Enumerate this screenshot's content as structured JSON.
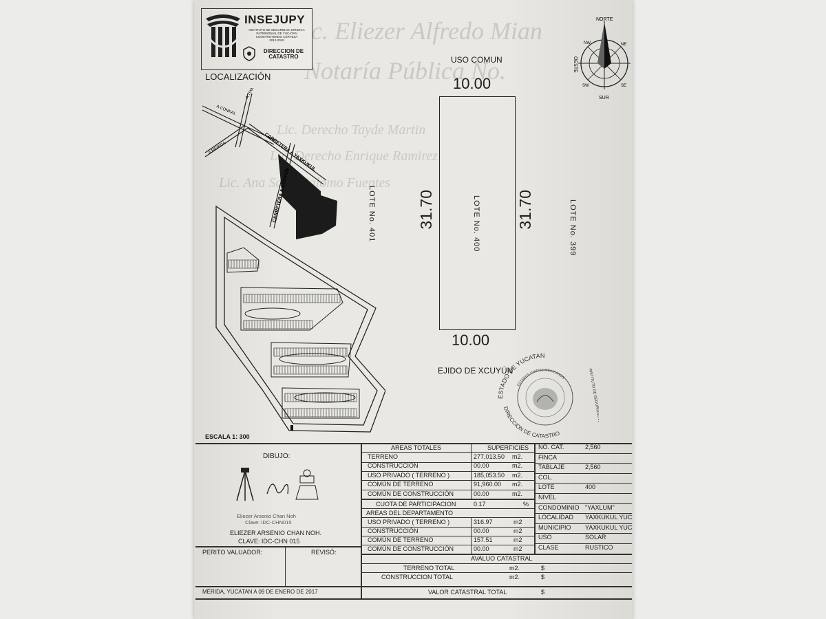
{
  "logo": {
    "title": "INSEJUPY",
    "subtitle_lines": [
      "INSTITUTO DE SEGURIDAD JURIDICA",
      "PATRIMONIAL DE YUCATAN",
      "CONSTRUYENDO CERTEZA",
      "2012-2018"
    ],
    "dept": "DIRECCION DE CATASTRO"
  },
  "watermark_lines": [
    "Lic. Eliezer Alfredo Mian",
    "Notaría Pública No.",
    "Lic. Derecho Tayde Martin",
    "Lic. Derecho Enrique Ramirez",
    "Lic. Ana Sofía Palomo Fuentes"
  ],
  "location": {
    "title": "LOCALIZACIÓN",
    "roads": [
      "A CONKAL",
      "A MERIDA",
      "A TIXKOKOB",
      "CARRETERA A YAXKUKUL",
      "CARRETERA A XCUYUN"
    ]
  },
  "compass": {
    "north": "NORTE",
    "south": "SUR",
    "ne": "NE",
    "nw": "NW",
    "se": "SE",
    "sw": "SW",
    "oeste": "OESTE"
  },
  "plot": {
    "top_label": "USO COMUN",
    "top_dim": "10.00",
    "bottom_dim": "10.00",
    "left_dim": "31.70",
    "right_dim": "31.70",
    "center_label": "LOTE No. 400",
    "left_label": "LOTE No. 401",
    "right_label": "LOTE No. 399",
    "bottom_label": "EJIDO DE XCUYÚN"
  },
  "seal": {
    "outer_top": "ESTADO DE YUCATAN",
    "outer_right": "INSTITUTO DE SEGURIDAD JURIDICA PATRIMONIAL DE YUCATAN",
    "inner": "ESTADOS UNIDOS MEXICANOS",
    "bottom": "DIRECCION DE CATASTRO"
  },
  "scale": "ESCALA   1: 300",
  "dibujo": {
    "title": "DIBUJO:",
    "small_name": "Eliezer Arsenio Chan Noh",
    "small_clave": "Clave: IDC-CHN015",
    "name": "ELIEZER ARSENIO CHAN NOH.",
    "clave": "CLAVE: IDC-CHN 015"
  },
  "perito": "PERITO VALUADOR:",
  "reviso": "REVISÓ:",
  "footer_date": "MÉRIDA, YUCATAN   A   09  DE  ENERO  DE  2017",
  "areas": {
    "header_left": "AREAS TOTALES",
    "header_right": "SUPERFICIES",
    "rows": [
      {
        "label": "TERRENO",
        "value": "277,013.50",
        "unit": "m2."
      },
      {
        "label": "CONSTRUCCIÓN",
        "value": "00.00",
        "unit": "m2."
      },
      {
        "label": "USO PRIVADO  ( TERRENO )",
        "value": "185,053.50",
        "unit": "m2."
      },
      {
        "label": "COMÚN DE TERRENO",
        "value": "91,960.00",
        "unit": "m2."
      },
      {
        "label": "COMÚN DE CONSTRUCCIÓN",
        "value": "00.00",
        "unit": "m2."
      }
    ],
    "cuota_label": "CUOTA DE PARTICIPACION",
    "cuota_value": "0.17",
    "cuota_unit": "%",
    "depto_header": "AREAS DEL DEPARTAMENTO",
    "depto_rows": [
      {
        "label": "USO PRIVADO  ( TERRENO )",
        "value": "316.97",
        "unit": "m2"
      },
      {
        "label": "CONSTRUCCIÓN",
        "value": "00.00",
        "unit": "m2"
      },
      {
        "label": "COMÚN DE TERRENO",
        "value": "157.51",
        "unit": "m2"
      },
      {
        "label": "COMÚN DE CONSTRUCCIÓN",
        "value": "00.00",
        "unit": "m2"
      }
    ],
    "avaluo": "AVALUO CATASTRAL",
    "terreno_total": "TERRENO TOTAL",
    "construccion_total": "CONSTRUCCION TOTAL",
    "valor_total": "VALOR CATASTRAL TOTAL",
    "m2": "m2.",
    "dollar": "$"
  },
  "catastro": [
    {
      "label": "NO.  CAT.",
      "value": "2,560"
    },
    {
      "label": "FINCA",
      "value": ""
    },
    {
      "label": "TABLAJE",
      "value": "2,560"
    },
    {
      "label": "COL.",
      "value": ""
    },
    {
      "label": "LOTE",
      "value": "400"
    },
    {
      "label": "NIVEL",
      "value": ""
    },
    {
      "label": "CONDOMINIO",
      "value": "\"YAXLUM\""
    },
    {
      "label": "LOCALIDAD",
      "value": "YAXKUKUL YUC"
    },
    {
      "label": "MUNICIPIO",
      "value": "YAXKUKUL YUC"
    },
    {
      "label": "USO",
      "value": "SOLAR"
    },
    {
      "label": "CLASE",
      "value": "RUSTICO"
    }
  ]
}
